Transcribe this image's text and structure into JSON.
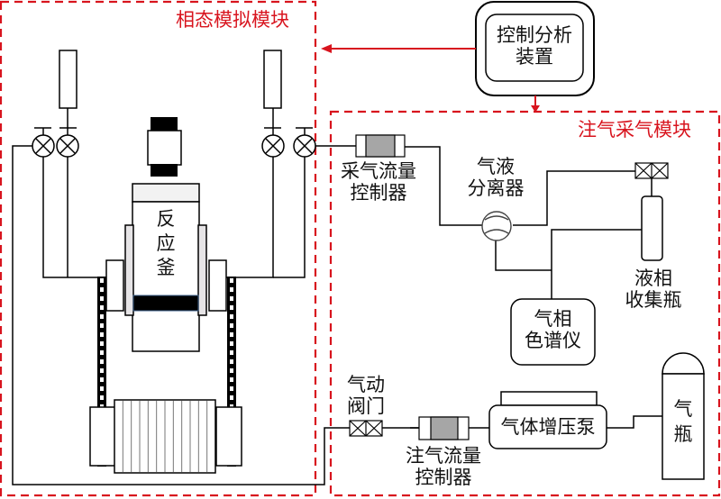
{
  "modules": {
    "phase": {
      "label": "相态模拟模块"
    },
    "gas": {
      "label": "注气采气模块"
    }
  },
  "components": {
    "control": {
      "line1": "控制分析",
      "line2": "装置"
    },
    "reactor": {
      "c1": "反",
      "c2": "应",
      "c3": "釜"
    },
    "sample_flow": {
      "line1": "采气流量",
      "line2": "控制器"
    },
    "separator": {
      "line1": "气液",
      "line2": "分离器"
    },
    "liquid_bottle": {
      "line1": "液相",
      "line2": "收集瓶"
    },
    "gc": {
      "line1": "气相",
      "line2": "色谱仪"
    },
    "pneumatic_valve": {
      "line1": "气动",
      "line2": "阀门"
    },
    "inject_flow": {
      "line1": "注气流量",
      "line2": "控制器"
    },
    "booster": {
      "label": "气体增压泵"
    },
    "cylinder": {
      "c1": "气",
      "c2": "瓶"
    }
  },
  "colors": {
    "accent": "#d8141e",
    "line": "#000000",
    "fill_grey": "#a6a6a6",
    "jacket": "#e6e4e6"
  }
}
